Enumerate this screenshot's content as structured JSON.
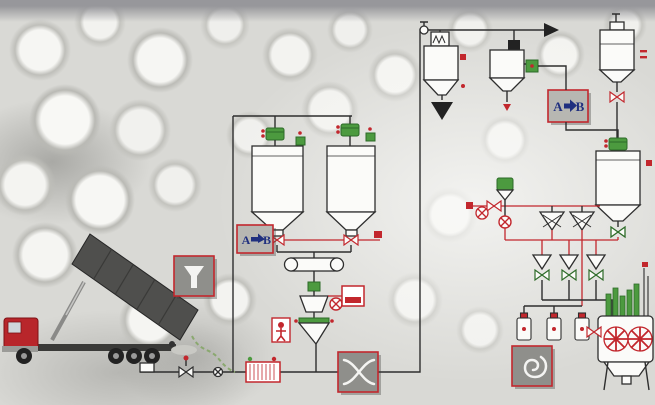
{
  "badges": {
    "left": {
      "from": "A",
      "to": "B"
    },
    "right": {
      "from": "A",
      "to": "B"
    }
  },
  "colors": {
    "accent_red": "#c2272d",
    "pipe_dark": "#2e2e2e",
    "pipe_red": "#c2272d",
    "equipment_green": "#4c9a3f",
    "icon_box_gray": "#8f8f8b",
    "badge_gray": "#b7b7b2",
    "badge_text_navy": "#20307f",
    "truck_cab_red": "#b8262b",
    "trailer_gray": "#4f4f4d"
  },
  "icons": [
    "funnel-icon",
    "ribbon-mixer-icon",
    "spiral-icon",
    "person-icon",
    "arrow-right-icon",
    "flow-arrow-icon",
    "filter-zigzag-icon",
    "magnet-valve-icon"
  ]
}
